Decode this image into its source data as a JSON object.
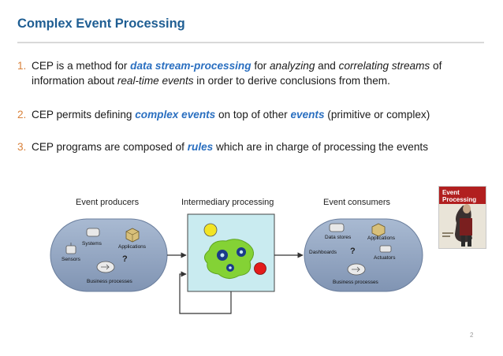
{
  "slide": {
    "title": "Complex Event Processing",
    "page_number": "2"
  },
  "bullets": [
    {
      "number": "1.",
      "parts": [
        {
          "text": "CEP is a method for ",
          "style": "plain"
        },
        {
          "text": "data stream-processing",
          "style": "kw"
        },
        {
          "text": " for ",
          "style": "plain"
        },
        {
          "text": "analyzing",
          "style": "it"
        },
        {
          "text": " and ",
          "style": "plain"
        },
        {
          "text": "correlating streams",
          "style": "it"
        },
        {
          "text": " of information about ",
          "style": "plain"
        },
        {
          "text": "real-time events",
          "style": "it"
        },
        {
          "text": " in order to derive conclusions from them.",
          "style": "plain"
        }
      ]
    },
    {
      "number": "2.",
      "parts": [
        {
          "text": "CEP permits defining ",
          "style": "plain"
        },
        {
          "text": "complex events",
          "style": "kw"
        },
        {
          "text": " on top of other ",
          "style": "plain"
        },
        {
          "text": "events",
          "style": "kw"
        },
        {
          "text": " (primitive or complex)",
          "style": "plain"
        }
      ]
    },
    {
      "number": "3.",
      "parts": [
        {
          "text": "CEP programs are composed of ",
          "style": "plain"
        },
        {
          "text": "rules",
          "style": "kw"
        },
        {
          "text": " which are in charge of processing the events",
          "style": "plain"
        }
      ]
    }
  ],
  "diagram": {
    "producers": {
      "heading": "Event producers",
      "systems": "Systems",
      "applications": "Applications",
      "sensors": "Sensors",
      "business": "Business processes",
      "question": "?"
    },
    "intermediary": {
      "heading": "Intermediary processing"
    },
    "consumers": {
      "heading": "Event consumers",
      "data_stores": "Data stores",
      "applications": "Applications",
      "dashboards": "Dashboards",
      "actuators": "Actuators",
      "business": "Business processes",
      "question": "?"
    }
  },
  "book": {
    "title_line1": "Event",
    "title_line2": "Processing"
  },
  "colors": {
    "title": "#1f5e93",
    "keyword": "#2a6fc0",
    "number": "#d9823b",
    "cloud": "#96a9c4",
    "processing_box": "#c9ebf0",
    "processing_blob": "#84d235"
  }
}
